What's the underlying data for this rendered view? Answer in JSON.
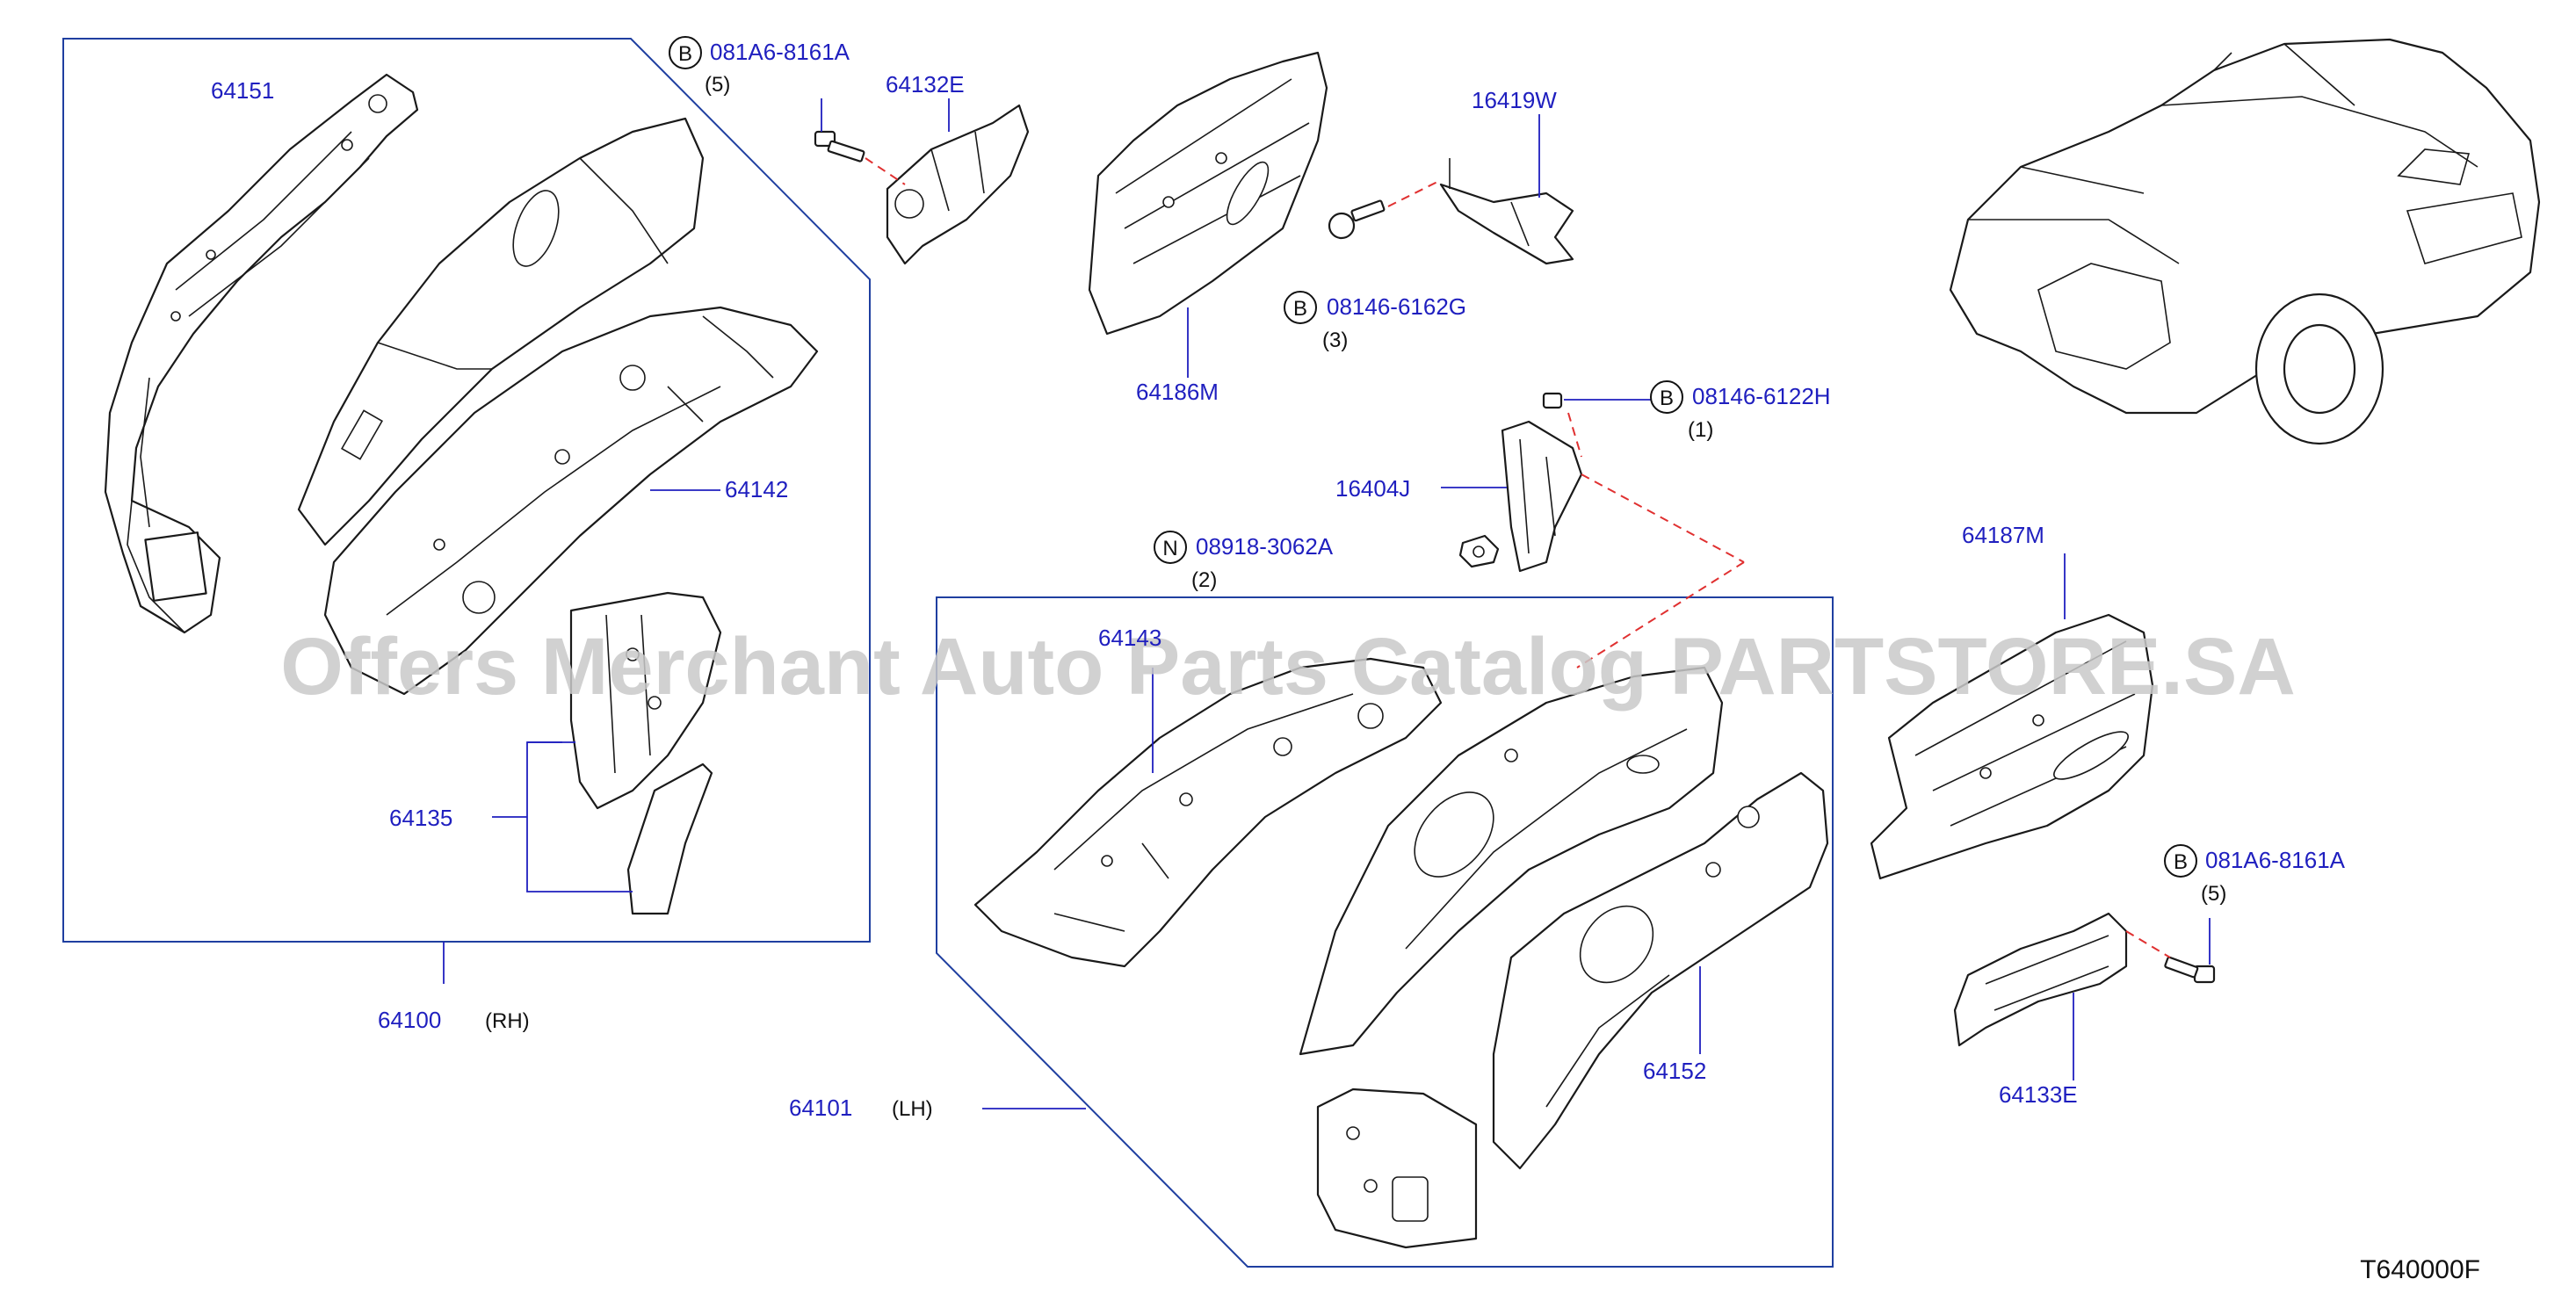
{
  "diagram": {
    "watermark": "Offers Merchant Auto Parts Catalog PARTSTORE.SA",
    "diagram_code": "T640000F",
    "colors": {
      "label": "#1f1fbf",
      "dashed_line": "#e03030",
      "outline": "#1a1a1a",
      "box": "#1f3fa0"
    },
    "groups": {
      "rh": {
        "part_no": "64100",
        "side": "(RH)"
      },
      "lh": {
        "part_no": "64101",
        "side": "(LH)"
      }
    },
    "parts": {
      "p64151": "64151",
      "p64142": "64142",
      "p64135": "64135",
      "p64132e": "64132E",
      "p64186m": "64186M",
      "p16419w": "16419W",
      "p16404j": "16404J",
      "p64187m": "64187M",
      "p64133e": "64133E",
      "p64152": "64152",
      "p64143": "64143"
    },
    "fasteners": {
      "f1": {
        "prefix": "B",
        "part_no": "081A6-8161A",
        "qty": "(5)"
      },
      "f2": {
        "prefix": "B",
        "part_no": "08146-6162G",
        "qty": "(3)"
      },
      "f3": {
        "prefix": "B",
        "part_no": "08146-6122H",
        "qty": "(1)"
      },
      "f4": {
        "prefix": "N",
        "part_no": "08918-3062A",
        "qty": "(2)"
      },
      "f5": {
        "prefix": "B",
        "part_no": "081A6-8161A",
        "qty": "(5)"
      }
    }
  }
}
